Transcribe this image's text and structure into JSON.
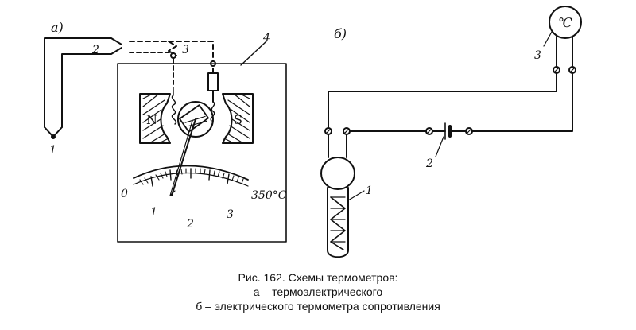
{
  "diagram": {
    "a": {
      "panel_label": "а)",
      "thermocouple_label": "1",
      "wire_label": "2",
      "junction_label": "3",
      "housing_label": "4",
      "pole_n": "N",
      "pole_s": "S",
      "scale_zero": "0",
      "scale_one": "1",
      "scale_two": "2",
      "scale_three": "3",
      "scale_max": "350°C"
    },
    "b": {
      "panel_label": "б)",
      "sensor_label": "1",
      "battery_label": "2",
      "meter_label": "3",
      "meter_symbol": "℃"
    }
  },
  "caption": {
    "title": "Рис. 162. Схемы термометров:",
    "line_a": "а – термоэлектрического",
    "line_b": "б – электрического термометра сопротивления"
  }
}
